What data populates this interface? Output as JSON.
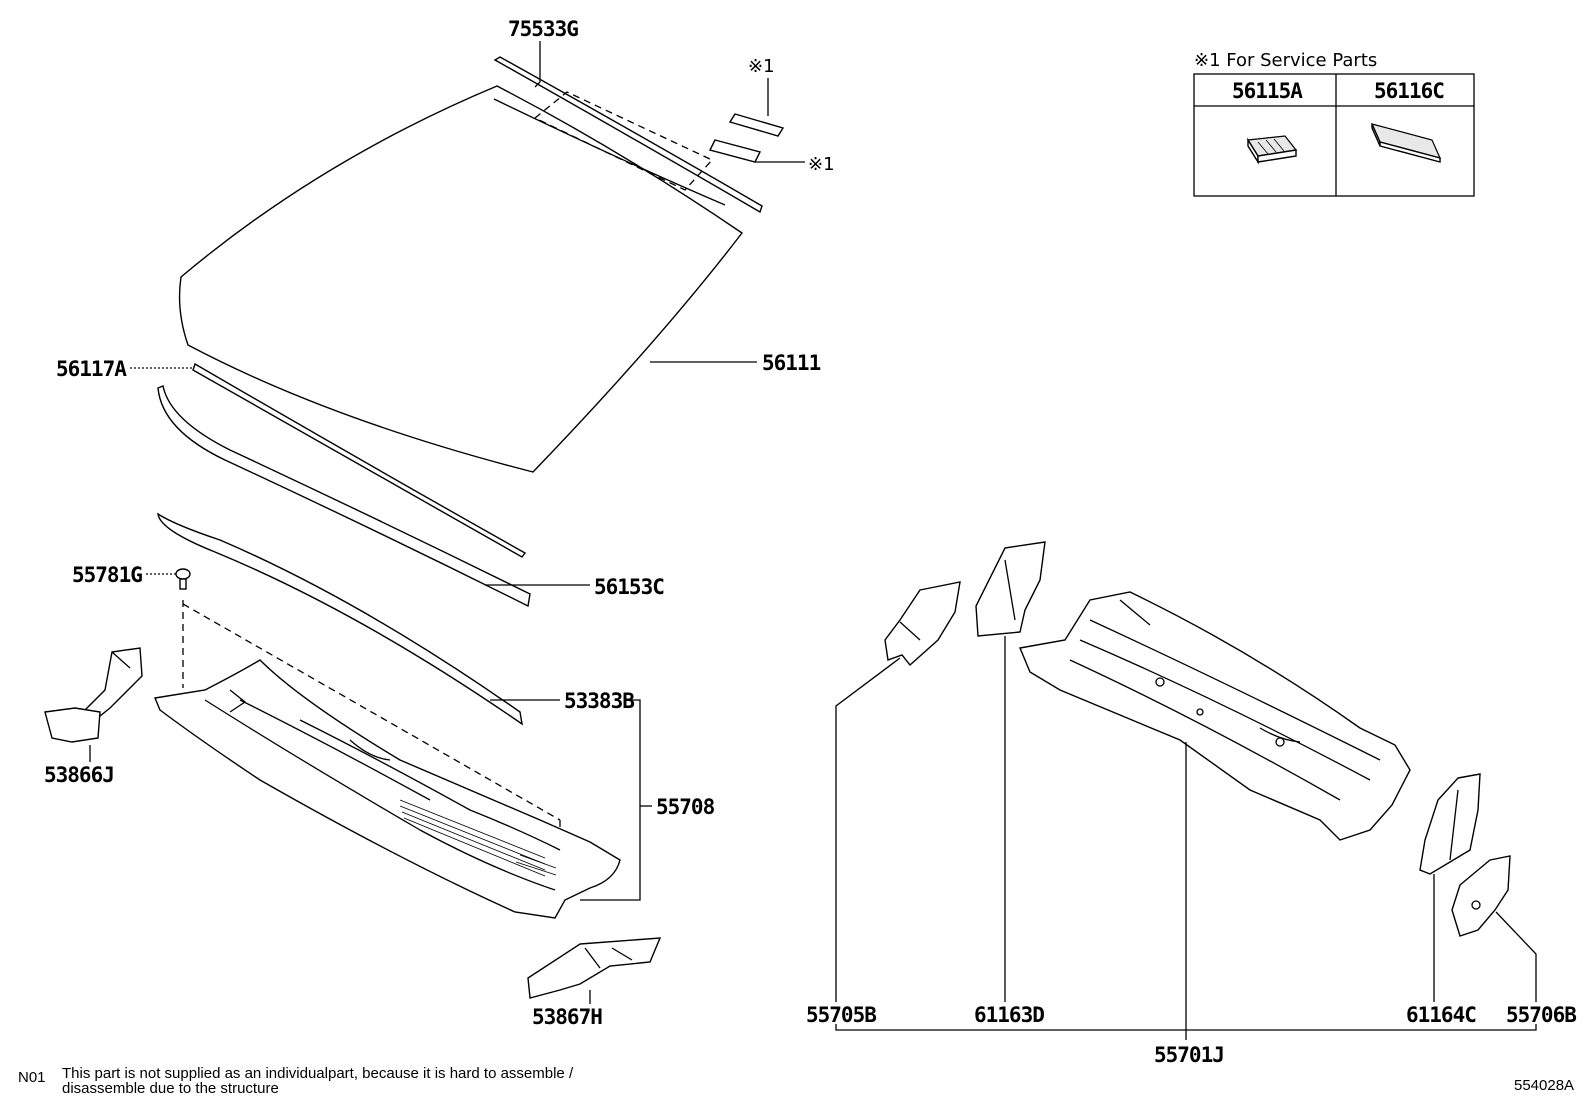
{
  "service_note": {
    "title": "※1 For Service Parts",
    "columns": [
      "56115A",
      "56116C"
    ]
  },
  "parts": {
    "p75533G": "75533G",
    "mark1a": "※1",
    "mark1b": "※1",
    "p56117A": "56117A",
    "p56111": "56111",
    "p56153C": "56153C",
    "p55781G": "55781G",
    "p53383B": "53383B",
    "p55708": "55708",
    "p53866J": "53866J",
    "p53867H": "53867H",
    "p55705B": "55705B",
    "p61163D": "61163D",
    "p55701J": "55701J",
    "p61164C": "61164C",
    "p55706B": "55706B"
  },
  "footnote": {
    "code": "N01",
    "line1": "This part is not supplied as an individualpart, because it is hard to assemble /",
    "line2": "disassemble due to the structure"
  },
  "diagram_id": "554028A"
}
